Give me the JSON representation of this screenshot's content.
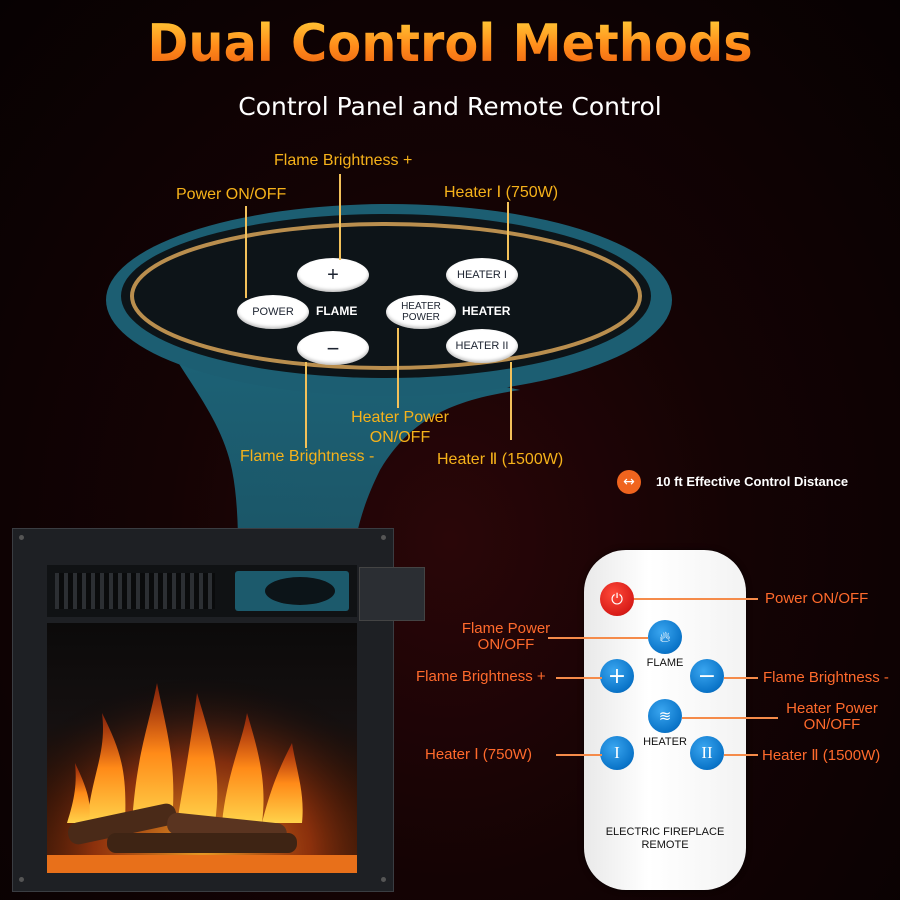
{
  "header": {
    "title": "Dual Control Methods",
    "subtitle": "Control Panel and Remote Control"
  },
  "panel": {
    "buttons": {
      "power": "POWER",
      "plus": "+",
      "minus": "−",
      "heater_power": "HEATER\nPOWER",
      "heater1": "HEATER I",
      "heater2": "HEATER II"
    },
    "labels": {
      "flame": "FLAME",
      "heater": "HEATER"
    },
    "callouts": {
      "power": "Power ON/OFF",
      "flame_plus": "Flame Brightness +",
      "heater1": "Heater Ⅰ (750W)",
      "heater_power_line1": "Heater Power",
      "heater_power_line2": "ON/OFF",
      "flame_minus": "Flame Brightness -",
      "heater2": "Heater Ⅱ (1500W)"
    }
  },
  "badge": {
    "icon": "double-arrow-icon",
    "text": "10 ft Effective Control Distance"
  },
  "remote": {
    "flame_label": "FLAME",
    "heater_label": "HEATER",
    "plus": "+",
    "minus": "−",
    "heater1": "I",
    "heater2": "II",
    "brand_line1": "ELECTRIC FIREPLACE",
    "brand_line2": "REMOTE",
    "callouts": {
      "power": "Power ON/OFF",
      "flame_power_line1": "Flame Power",
      "flame_power_line2": "ON/OFF",
      "flame_plus": "Flame Brightness +",
      "flame_minus": "Flame Brightness -",
      "heater_power_line1": "Heater Power",
      "heater_power_line2": "ON/OFF",
      "heater1": "Heater Ⅰ (750W)",
      "heater2": "Heater Ⅱ (1500W)"
    }
  },
  "colors": {
    "title_gradient_top": "#ffd23a",
    "title_gradient_bottom": "#e85a10",
    "callout_yellow": "#f6b21a",
    "callout_orange": "#ff6a2c",
    "remote_button_blue": "#0a74c8",
    "remote_power_red": "#e0201e",
    "panel_teal": "#1a5566"
  }
}
